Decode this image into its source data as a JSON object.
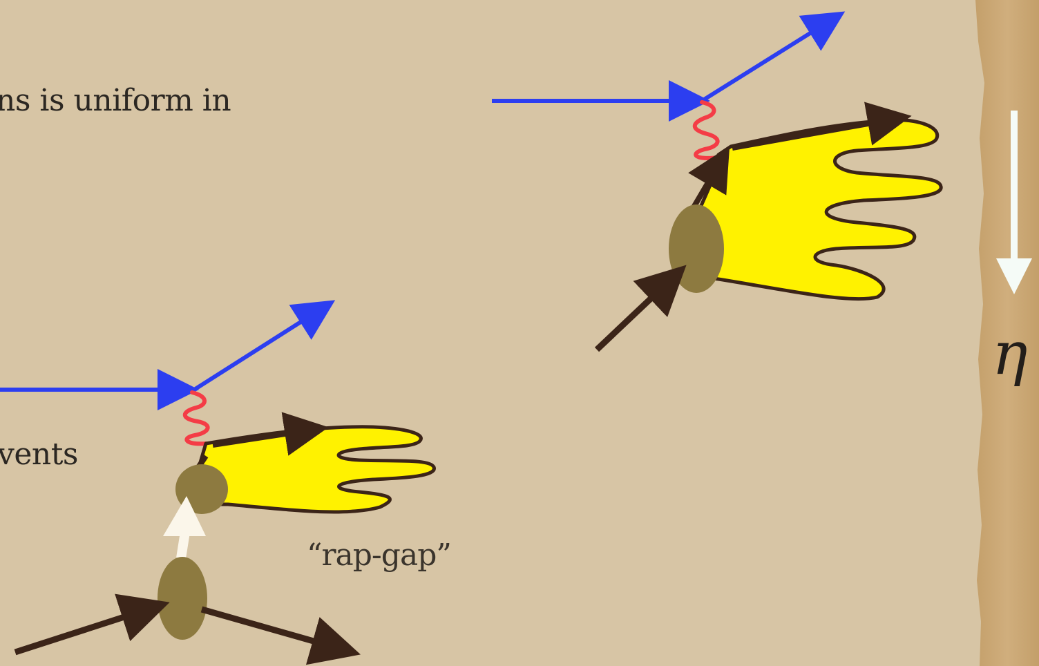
{
  "slide": {
    "text_line_1": "ns is uniform in",
    "text_line_2": "vents",
    "rapgap_label": "“rap-gap”",
    "eta_symbol": "η"
  },
  "colors": {
    "background": "#d7c5a5",
    "right_strip": "#c9a877",
    "lepton_line": "#2c3ef0",
    "photon": "#f43c46",
    "jet_fill": "#fff200",
    "outline": "#3b2418",
    "proton_blob": "#8d7a40",
    "white_arrow": "#fbf6ea",
    "eta_arrow": "#f5fbf7"
  },
  "icons": [
    "lepton-line",
    "photon-wiggle",
    "jet-hand",
    "proton-blob",
    "incoming-arrow",
    "outgoing-arrow",
    "pomeron-arrow",
    "eta-arrow"
  ]
}
